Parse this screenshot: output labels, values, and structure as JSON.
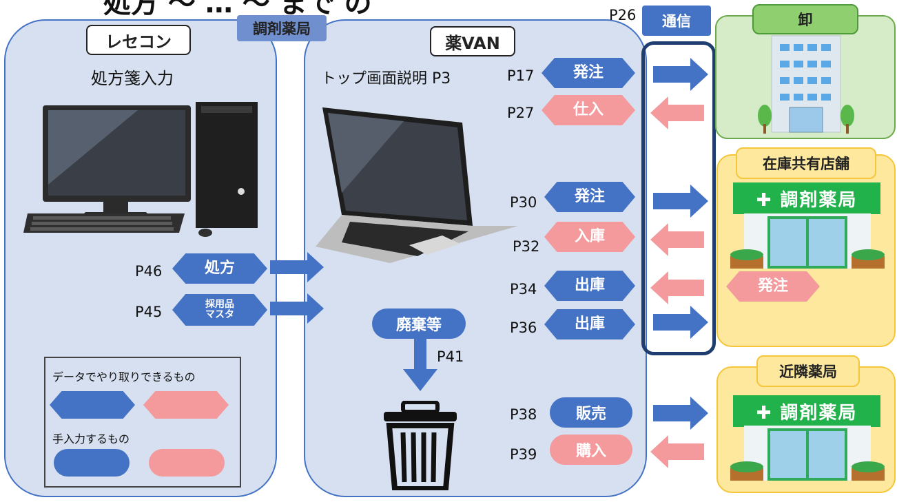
{
  "title_partial": "処方 〜 … 〜 まで の",
  "pharmacy_header": "調剤薬局",
  "rececon": {
    "tag": "レセコン",
    "subtitle": "処方箋入力"
  },
  "yakuvan": {
    "tag": "薬VAN",
    "subtitle": "トップ画面説明 P3"
  },
  "left_flows": [
    {
      "page": "P46",
      "label": "処方"
    },
    {
      "page": "P45",
      "label_line1": "採用品",
      "label_line2": "マスタ"
    }
  ],
  "legend": {
    "data_exchange": "データでやり取りできるもの",
    "manual_input": "手入力するもの"
  },
  "disposal": {
    "label": "廃棄等",
    "page": "P41"
  },
  "comm": {
    "page": "P26",
    "label": "通信"
  },
  "van_flows": [
    {
      "page": "P17",
      "label": "発注",
      "color": "blue",
      "dir": "out"
    },
    {
      "page": "P27",
      "label": "仕入",
      "color": "pink",
      "dir": "in"
    },
    {
      "page": "P30",
      "label": "発注",
      "color": "blue",
      "dir": "out"
    },
    {
      "page": "P32",
      "label": "入庫",
      "color": "pink",
      "dir": "in"
    },
    {
      "page": "P34",
      "label": "出庫",
      "color": "blue",
      "dir": "in"
    },
    {
      "page": "P36",
      "label": "出庫",
      "color": "blue",
      "dir": "out"
    },
    {
      "page": "P38",
      "label": "販売",
      "color": "blue",
      "dir": "out"
    },
    {
      "page": "P39",
      "label": "購入",
      "color": "pink",
      "dir": "in"
    }
  ],
  "wholesaler": {
    "label": "卸"
  },
  "shared_store": {
    "label": "在庫共有店舗",
    "sign": "調剤薬局",
    "order": "発注"
  },
  "nearby": {
    "label": "近隣薬局",
    "sign": "調剤薬局"
  },
  "colors": {
    "blue": "#4472c4",
    "pink": "#f4999c",
    "panel": "#d6e0f0",
    "green": "#22b24c",
    "yellow": "#fde89e"
  }
}
